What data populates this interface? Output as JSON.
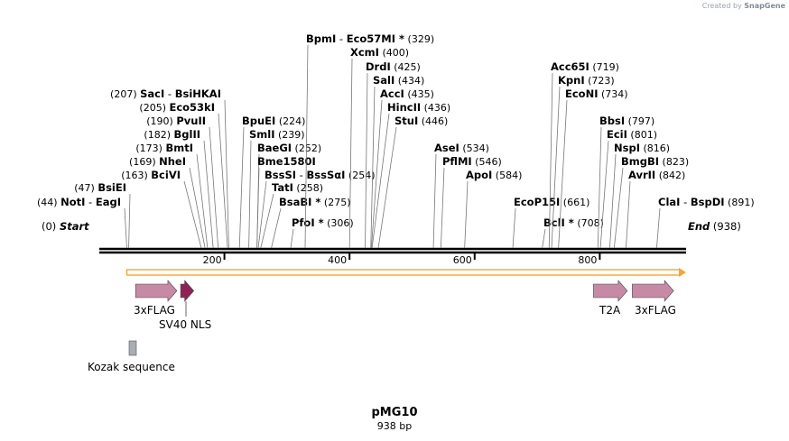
{
  "credit": {
    "prefix": "Created by",
    "brand": "SnapGene"
  },
  "plasmid": {
    "name": "pMG10",
    "size_label": "938 bp",
    "length": 938
  },
  "axis": {
    "ticks": [
      {
        "pos": 200,
        "label": "200"
      },
      {
        "pos": 400,
        "label": "400"
      },
      {
        "pos": 600,
        "label": "600"
      },
      {
        "pos": 800,
        "label": "800"
      }
    ]
  },
  "ends": [
    {
      "name": "Start",
      "num": "(0)",
      "pos": 0,
      "side": "left"
    },
    {
      "name": "End",
      "num": "(938)",
      "pos": 938,
      "side": "right"
    }
  ],
  "sites": [
    {
      "names": [
        "NotI",
        "EagI"
      ],
      "num": "(44)",
      "pos": 44,
      "side": "left"
    },
    {
      "names": [
        "BsiEI"
      ],
      "num": "(47)",
      "pos": 47,
      "side": "left"
    },
    {
      "names": [
        "BciVI"
      ],
      "num": "(163)",
      "pos": 163,
      "side": "left"
    },
    {
      "names": [
        "NheI"
      ],
      "num": "(169)",
      "pos": 169,
      "side": "left"
    },
    {
      "names": [
        "BmtI"
      ],
      "num": "(173)",
      "pos": 173,
      "side": "left"
    },
    {
      "names": [
        "BglII"
      ],
      "num": "(182)",
      "pos": 182,
      "side": "left"
    },
    {
      "names": [
        "PvuII"
      ],
      "num": "(190)",
      "pos": 190,
      "side": "left"
    },
    {
      "names": [
        "Eco53kI"
      ],
      "num": "(205)",
      "pos": 205,
      "side": "left"
    },
    {
      "names": [
        "SacI",
        "BsiHKAI"
      ],
      "num": "(207)",
      "pos": 207,
      "side": "left"
    },
    {
      "names": [
        "BpuEI"
      ],
      "num": "(224)",
      "pos": 224,
      "side": "right"
    },
    {
      "names": [
        "SmlI"
      ],
      "num": "(239)",
      "pos": 239,
      "side": "right"
    },
    {
      "names": [
        "BaeGI"
      ],
      "num": "(252)",
      "pos": 252,
      "side": "right"
    },
    {
      "names": [
        "Bme1580I"
      ],
      "num": "",
      "pos": 252,
      "side": "right"
    },
    {
      "names": [
        "BssSI",
        "BssSαI"
      ],
      "num": "(254)",
      "pos": 254,
      "side": "right"
    },
    {
      "names": [
        "TatI"
      ],
      "num": "(258)",
      "pos": 258,
      "side": "right"
    },
    {
      "names": [
        "BsaBI *"
      ],
      "num": "(275)",
      "pos": 275,
      "side": "right"
    },
    {
      "names": [
        "PfoI *"
      ],
      "num": "(306)",
      "pos": 306,
      "side": "right"
    },
    {
      "names": [
        "BpmI",
        "Eco57MI *"
      ],
      "num": "(329)",
      "pos": 329,
      "side": "right"
    },
    {
      "names": [
        "XcmI"
      ],
      "num": "(400)",
      "pos": 400,
      "side": "right"
    },
    {
      "names": [
        "DrdI"
      ],
      "num": "(425)",
      "pos": 425,
      "side": "right"
    },
    {
      "names": [
        "SalI"
      ],
      "num": "(434)",
      "pos": 434,
      "side": "right"
    },
    {
      "names": [
        "AccI"
      ],
      "num": "(435)",
      "pos": 435,
      "side": "right"
    },
    {
      "names": [
        "HincII"
      ],
      "num": "(436)",
      "pos": 436,
      "side": "right"
    },
    {
      "names": [
        "StuI"
      ],
      "num": "(446)",
      "pos": 446,
      "side": "right"
    },
    {
      "names": [
        "AseI"
      ],
      "num": "(534)",
      "pos": 534,
      "side": "right"
    },
    {
      "names": [
        "PflMI"
      ],
      "num": "(546)",
      "pos": 546,
      "side": "right"
    },
    {
      "names": [
        "ApoI"
      ],
      "num": "(584)",
      "pos": 584,
      "side": "right"
    },
    {
      "names": [
        "EcoP15I"
      ],
      "num": "(661)",
      "pos": 661,
      "side": "right"
    },
    {
      "names": [
        "BclI *"
      ],
      "num": "(708)",
      "pos": 708,
      "side": "right"
    },
    {
      "names": [
        "Acc65I"
      ],
      "num": "(719)",
      "pos": 719,
      "side": "right"
    },
    {
      "names": [
        "KpnI"
      ],
      "num": "(723)",
      "pos": 723,
      "side": "right"
    },
    {
      "names": [
        "EcoNI"
      ],
      "num": "(734)",
      "pos": 734,
      "side": "right"
    },
    {
      "names": [
        "BbsI"
      ],
      "num": "(797)",
      "pos": 797,
      "side": "right"
    },
    {
      "names": [
        "EciI"
      ],
      "num": "(801)",
      "pos": 801,
      "side": "right"
    },
    {
      "names": [
        "NspI"
      ],
      "num": "(816)",
      "pos": 816,
      "side": "right"
    },
    {
      "names": [
        "BmgBI"
      ],
      "num": "(823)",
      "pos": 823,
      "side": "right"
    },
    {
      "names": [
        "AvrII"
      ],
      "num": "(842)",
      "pos": 842,
      "side": "right"
    },
    {
      "names": [
        "ClaI",
        "BspDI"
      ],
      "num": "(891)",
      "pos": 891,
      "side": "right"
    }
  ],
  "orf": {
    "start": 44,
    "end": 938,
    "color": "#f4a63a"
  },
  "features": [
    {
      "label": "3xFLAG",
      "start": 58,
      "end": 124,
      "type": "arrow",
      "color": "#c68aa7"
    },
    {
      "label": "SV40 NLS",
      "start": 130,
      "end": 151,
      "type": "arrow",
      "color": "#8f2357"
    },
    {
      "label": "T2A",
      "start": 790,
      "end": 844,
      "type": "arrow",
      "color": "#c68aa7"
    },
    {
      "label": "3xFLAG",
      "start": 852,
      "end": 918,
      "type": "arrow",
      "color": "#c68aa7"
    },
    {
      "label": "Kozak sequence",
      "start": 48,
      "end": 58,
      "type": "box",
      "color": "#a7adb5"
    }
  ]
}
